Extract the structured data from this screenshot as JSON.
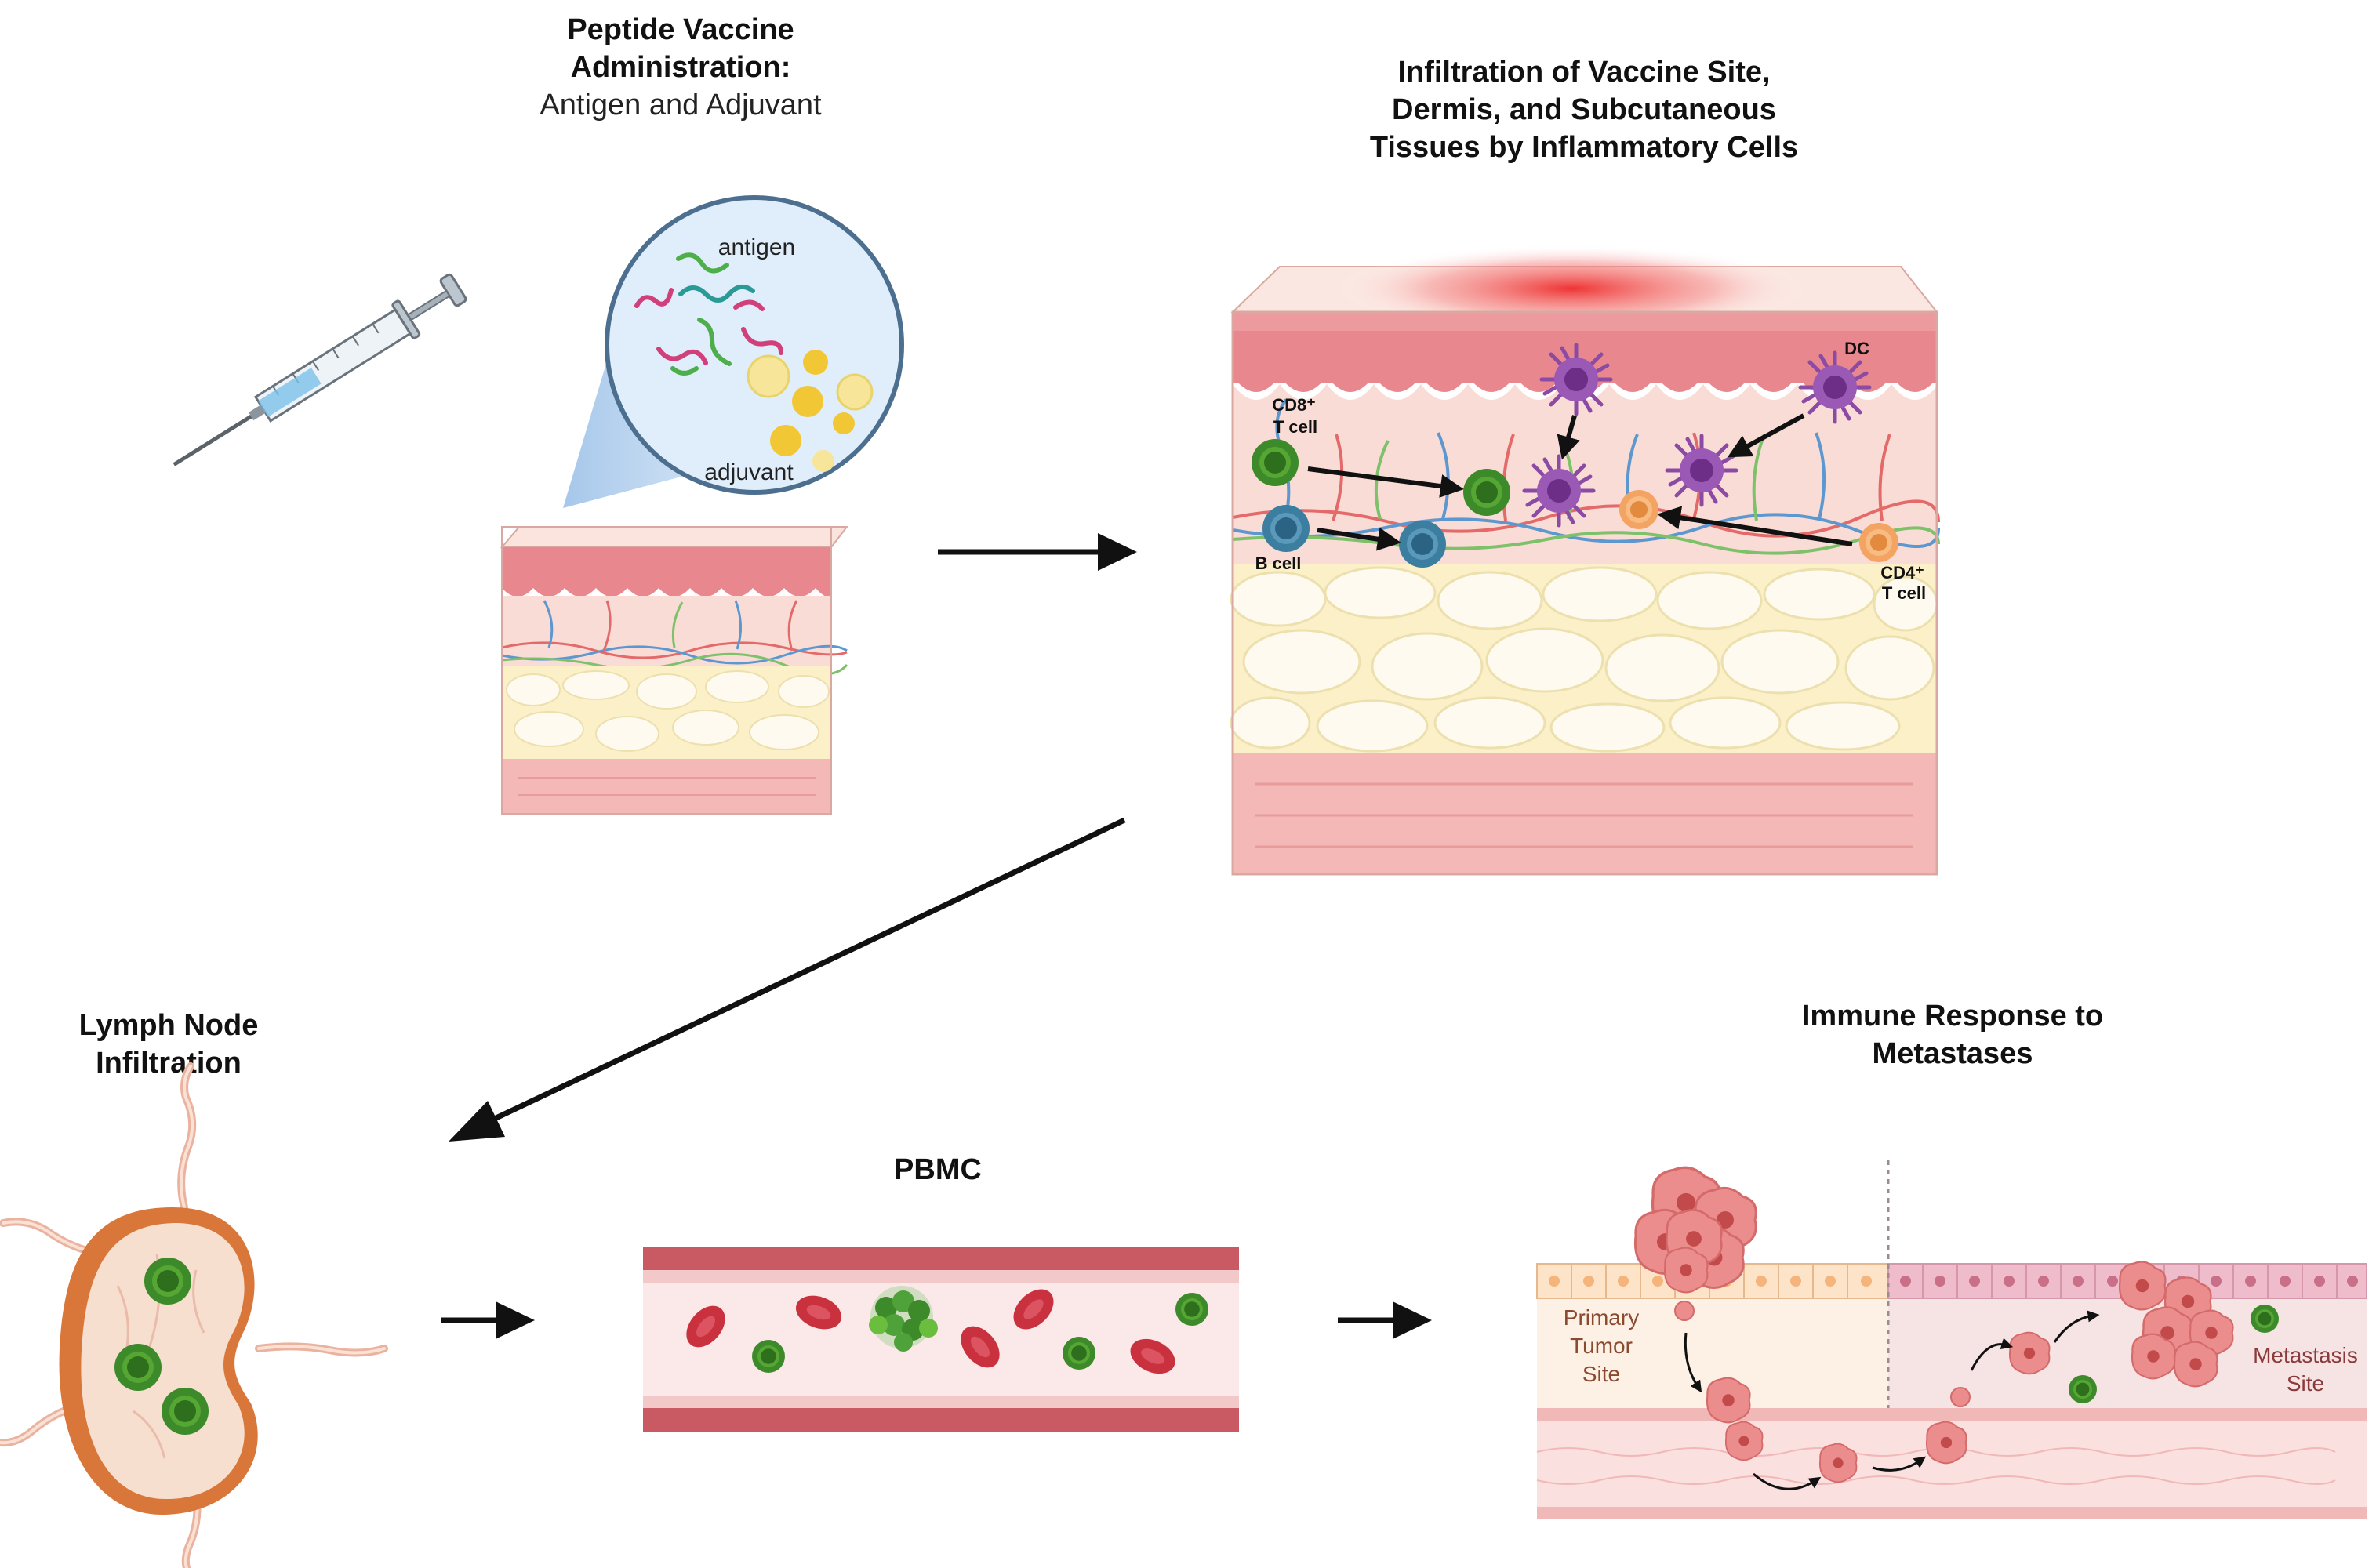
{
  "panels": {
    "vaccine": {
      "title_line1": "Peptide Vaccine",
      "title_line2": "Administration:",
      "subtitle": "Antigen and Adjuvant",
      "antigen_label": "antigen",
      "adjuvant_label": "adjuvant"
    },
    "infiltration": {
      "title_line1": "Infiltration of Vaccine Site,",
      "title_line2": "Dermis, and Subcutaneous",
      "title_line3": "Tissues by Inflammatory Cells",
      "cd8_line1": "CD8⁺",
      "cd8_line2": "T cell",
      "bcell": "B cell",
      "dc": "DC",
      "cd4_line1": "CD4⁺",
      "cd4_line2": "T cell"
    },
    "lymph": {
      "title_line1": "Lymph Node",
      "title_line2": "Infiltration"
    },
    "pbmc": {
      "title": "PBMC"
    },
    "metastases": {
      "title_line1": "Immune Response to",
      "title_line2": "Metastases",
      "primary_line1": "Primary",
      "primary_line2": "Tumor",
      "primary_line3": "Site",
      "meta_line1": "Metastasis",
      "meta_line2": "Site"
    }
  },
  "colors": {
    "epidermis": "#e8888e",
    "dermis": "#f8d9d2",
    "fat": "#fbf0c8",
    "muscle": "#f4b8b6",
    "green_cell": "#3d8a2a",
    "blue_cell": "#3b7ea0",
    "orange_cell": "#f3a463",
    "dc_purple": "#8b4aa3",
    "rbc": "#c8313d",
    "tumor": "#ec8d8d"
  }
}
